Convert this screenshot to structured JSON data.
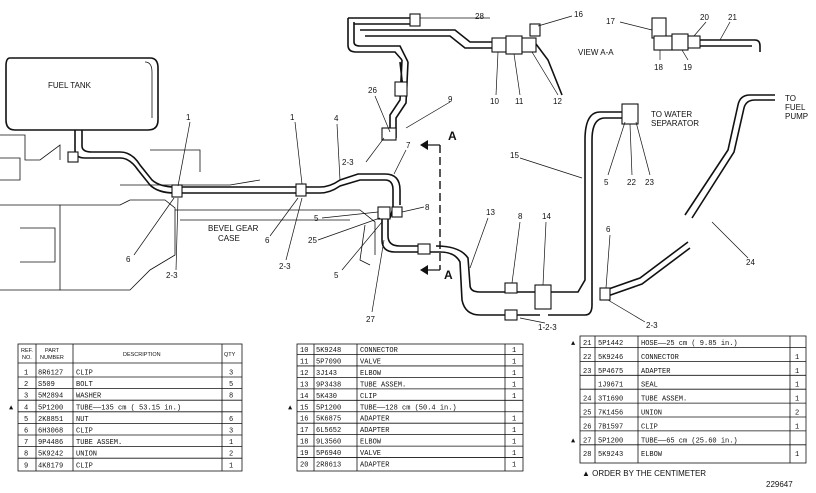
{
  "labels": {
    "fuel_tank": "FUEL TANK",
    "bevel_gear_case_1": "BEVEL GEAR",
    "bevel_gear_case_2": "CASE",
    "view": "VIEW A-A",
    "to_water_1": "TO WATER",
    "to_water_2": "SEPARATOR",
    "to_fuel_1": "TO",
    "to_fuel_2": "FUEL",
    "to_fuel_3": "PUMP",
    "section": "A",
    "drawing_no": "229647",
    "order_note": "▲ ORDER BY THE CENTIMETER"
  },
  "callouts": {
    "c1a": "1",
    "c1b": "1",
    "c2_3a": "2-3",
    "c2_3b": "2-3",
    "c2_3c": "2-3",
    "c2_3d": "1-2-3",
    "c2_3e": "2-3",
    "c4": "4",
    "c5a": "5",
    "c5b": "5",
    "c5c": "5",
    "c6a": "6",
    "c6b": "6",
    "c6c": "6",
    "c7": "7",
    "c8a": "8",
    "c8b": "8",
    "c9": "9",
    "c10": "10",
    "c11": "11",
    "c12": "12",
    "c13": "13",
    "c14": "14",
    "c15": "15",
    "c16": "16",
    "c17": "17",
    "c18": "18",
    "c19": "19",
    "c20": "20",
    "c21": "21",
    "c22": "22",
    "c23": "23",
    "c24": "24",
    "c25": "25",
    "c26": "26",
    "c27": "27",
    "c28": "28"
  },
  "table_headers": {
    "ref": "REF.",
    "no": "NO.",
    "part": "PART",
    "number": "NUMBER",
    "description": "DESCRIPTION",
    "qty": "QTY"
  },
  "parts_left": [
    {
      "mark": "",
      "ref": "1",
      "part": "8R6127",
      "desc": "CLIP",
      "qty": "3"
    },
    {
      "mark": "",
      "ref": "2",
      "part": "S509",
      "desc": "BOLT",
      "qty": "5"
    },
    {
      "mark": "",
      "ref": "3",
      "part": "5M2894",
      "desc": "WASHER",
      "qty": "8"
    },
    {
      "mark": "▲",
      "ref": "4",
      "part": "5P1200",
      "desc": "TUBE——135 cm ( 53.15 in.)",
      "qty": ""
    },
    {
      "mark": "",
      "ref": "5",
      "part": "2K8851",
      "desc": "NUT",
      "qty": "6"
    },
    {
      "mark": "",
      "ref": "6",
      "part": "6H3068",
      "desc": "CLIP",
      "qty": "3"
    },
    {
      "mark": "",
      "ref": "7",
      "part": "9P4486",
      "desc": "TUBE ASSEM.",
      "qty": "1"
    },
    {
      "mark": "",
      "ref": "8",
      "part": "5K9242",
      "desc": "UNION",
      "qty": "2"
    },
    {
      "mark": "",
      "ref": "9",
      "part": "4K8179",
      "desc": "CLIP",
      "qty": "1"
    }
  ],
  "parts_mid": [
    {
      "mark": "",
      "ref": "10",
      "part": "5K9248",
      "desc": "CONNECTOR",
      "qty": "1"
    },
    {
      "mark": "",
      "ref": "11",
      "part": "5P7090",
      "desc": "VALVE",
      "qty": "1"
    },
    {
      "mark": "",
      "ref": "12",
      "part": "3J143",
      "desc": "ELBOW",
      "qty": "1"
    },
    {
      "mark": "",
      "ref": "13",
      "part": "9P3438",
      "desc": "TUBE ASSEM.",
      "qty": "1"
    },
    {
      "mark": "",
      "ref": "14",
      "part": "5K430",
      "desc": "CLIP",
      "qty": "1"
    },
    {
      "mark": "▲",
      "ref": "15",
      "part": "5P1200",
      "desc": "TUBE——128 cm (50.4 in.)",
      "qty": ""
    },
    {
      "mark": "",
      "ref": "16",
      "part": "5K6875",
      "desc": "ADAPTER",
      "qty": "1"
    },
    {
      "mark": "",
      "ref": "17",
      "part": "6L5652",
      "desc": "ADAPTER",
      "qty": "1"
    },
    {
      "mark": "",
      "ref": "18",
      "part": "9L3560",
      "desc": "ELBOW",
      "qty": "1"
    },
    {
      "mark": "",
      "ref": "19",
      "part": "5P6940",
      "desc": "VALVE",
      "qty": "1"
    },
    {
      "mark": "",
      "ref": "20",
      "part": "2R8613",
      "desc": "ADAPTER",
      "qty": "1"
    }
  ],
  "parts_right": [
    {
      "mark": "▲",
      "ref": "21",
      "part": "5P1442",
      "desc": "HOSE——25 cm ( 9.85 in.)",
      "qty": ""
    },
    {
      "mark": "",
      "ref": "22",
      "part": "5K9246",
      "desc": "CONNECTOR",
      "qty": "1"
    },
    {
      "mark": "",
      "ref": "23",
      "part": "5P4675",
      "desc": "ADAPTER",
      "qty": "1"
    },
    {
      "mark": "",
      "ref": "",
      "part": "1J9671",
      "desc": "SEAL",
      "qty": "1"
    },
    {
      "mark": "",
      "ref": "24",
      "part": "3T1690",
      "desc": "TUBE ASSEM.",
      "qty": "1"
    },
    {
      "mark": "",
      "ref": "25",
      "part": "7K1456",
      "desc": "UNION",
      "qty": "2"
    },
    {
      "mark": "",
      "ref": "26",
      "part": "7B1597",
      "desc": "CLIP",
      "qty": "1"
    },
    {
      "mark": "▲",
      "ref": "27",
      "part": "5P1200",
      "desc": "TUBE——65 cm (25.60 in.)",
      "qty": ""
    },
    {
      "mark": "",
      "ref": "28",
      "part": "5K9243",
      "desc": "ELBOW",
      "qty": "1"
    }
  ]
}
